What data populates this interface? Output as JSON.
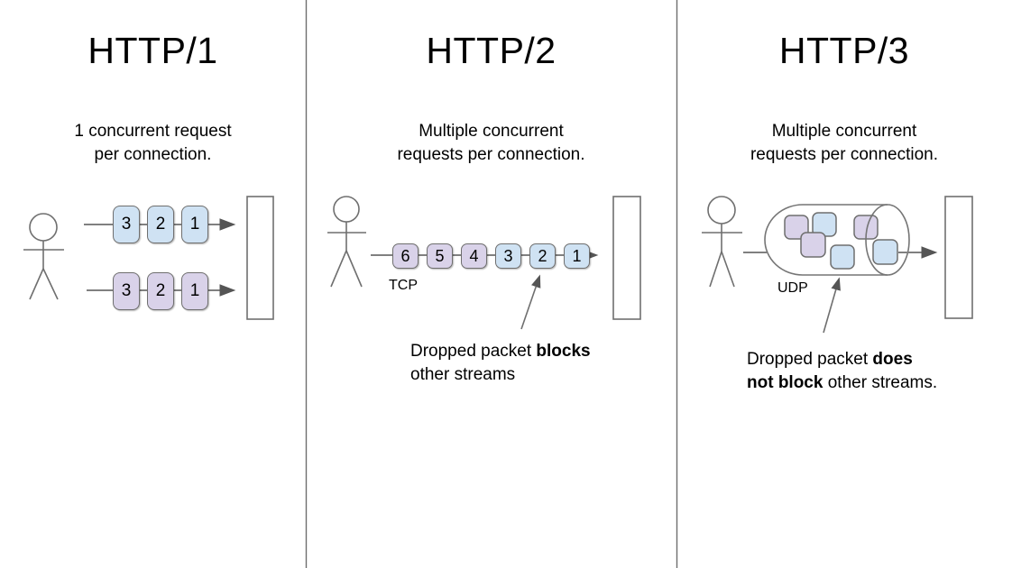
{
  "diagram": {
    "http1": {
      "title": "HTTP/1",
      "subtitle": [
        "1 concurrent request",
        "per connection."
      ],
      "stream1_packets": [
        "3",
        "2",
        "1"
      ],
      "stream2_packets": [
        "3",
        "2",
        "1"
      ]
    },
    "http2": {
      "title": "HTTP/2",
      "subtitle": [
        "Multiple concurrent",
        "requests per connection."
      ],
      "packets": [
        "6",
        "5",
        "4",
        "3",
        "2",
        "1"
      ],
      "protocol": "TCP",
      "note": {
        "text1": "Dropped packet ",
        "bold1": "blocks",
        "text2": "other streams"
      }
    },
    "http3": {
      "title": "HTTP/3",
      "subtitle": [
        "Multiple concurrent",
        "requests per connection."
      ],
      "protocol": "UDP",
      "note": {
        "text1": "Dropped packet ",
        "bold1": "does",
        "bold2": "not block",
        "text2": " other streams."
      }
    },
    "colors": {
      "packet_blue": "#cfe2f3",
      "packet_purple": "#d9d2e9",
      "outline_gray": "#757575",
      "line_gray": "#808080",
      "arrow_gray": "#555555"
    }
  }
}
